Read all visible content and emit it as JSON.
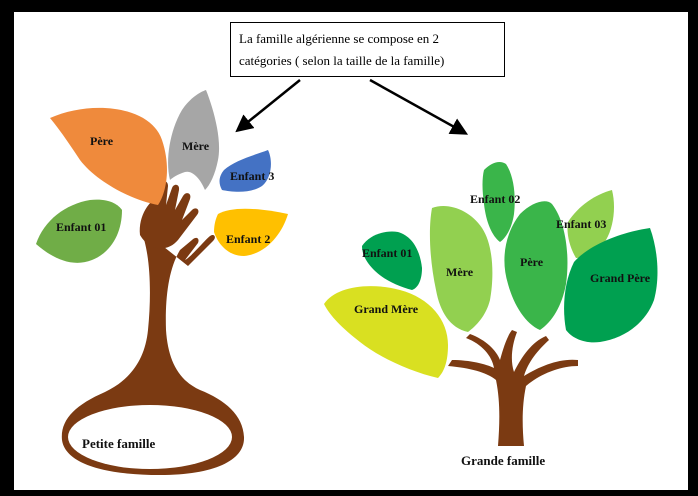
{
  "caption": {
    "line1": "La famille algérienne se compose en 2",
    "line2": "catégories ( selon la taille de la famille)"
  },
  "small_tree": {
    "caption": "Petite famille",
    "leaves": {
      "father": "Père",
      "mother": "Mère",
      "child3": "Enfant 3",
      "child2": "Enfant 2",
      "child1": "Enfant 01"
    }
  },
  "big_tree": {
    "caption": "Grande famille",
    "leaves": {
      "child02": "Enfant 02",
      "child03": "Enfant 03",
      "child01": "Enfant 01",
      "mother": "Mère",
      "father": "Père",
      "grandfather": "Grand Père",
      "grandmother": "Grand Mère"
    }
  },
  "colors": {
    "trunk": "#7b3a12",
    "father_leaf": "#ef8a3c",
    "mother_leaf": "#a6a6a6",
    "child3_leaf": "#4472c4",
    "child2_leaf": "#ffc000",
    "child1_leaf": "#70ad47",
    "big_dark_green": "#00a050",
    "big_light_green": "#92d050",
    "big_mid_green": "#3ab54a",
    "big_yellow": "#d9e021"
  }
}
